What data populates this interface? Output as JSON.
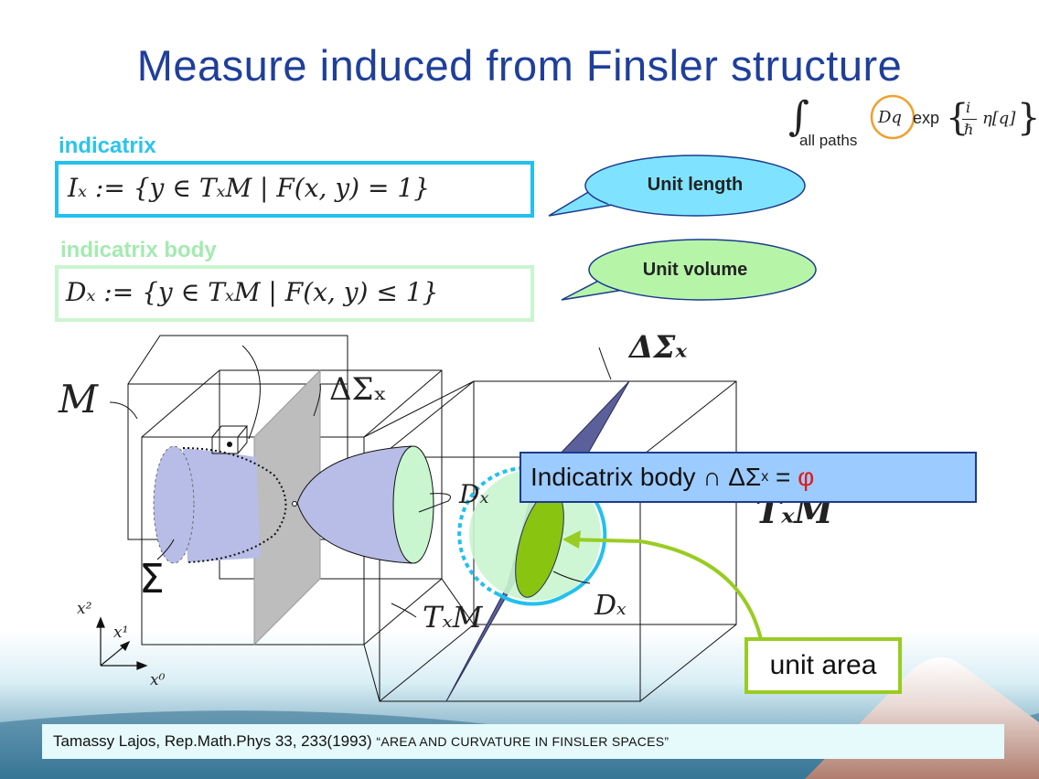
{
  "slide": {
    "title": "Measure induced from Finsler structure"
  },
  "path_integral": {
    "integral": "∫",
    "subscript": "all paths",
    "measure": "Dq",
    "exp": "exp",
    "i": "i",
    "hbar": "ℏ",
    "eta": "η[q]"
  },
  "indicatrix": {
    "label": "indicatrix",
    "formula": "Iₓ := {y ∈ TₓM | F(x, y) = 1}"
  },
  "indicatrix_body": {
    "label": "indicatrix body",
    "formula": "Dₓ := {y ∈ TₓM | F(x, y) ≤ 1}"
  },
  "callouts": {
    "unit_length": "Unit length",
    "unit_volume": "Unit volume"
  },
  "diagram": {
    "label_M": "M",
    "label_sigma": "Σ",
    "label_delta_sigma_left": "ΔΣₓ",
    "label_delta_sigma_right": "ΔΣₓ",
    "label_Dx_left": "Dₓ",
    "label_Dx_right": "Dₓ",
    "label_TxM_bottom": "TₓM",
    "label_TxM_right": "TₓM",
    "axis_x2": "x²",
    "axis_x1": "x¹",
    "axis_x0": "x⁰"
  },
  "intersection": {
    "text_main": "Indicatrix body ∩ ΔΣ",
    "text_sub": "x",
    "text_eq": " = ",
    "text_phi": "φ"
  },
  "unit_area": "unit area",
  "citation": {
    "text": "Tamassy Lajos, Rep.Math.Phys 33, 233(1993) ",
    "quote": "“AREA AND CURVATURE IN FINSLER SPACES”"
  },
  "colors": {
    "title": "#1f3f9a",
    "cyan": "#22c0ee",
    "mint": "#c9f5cf",
    "lavender": "#b7bde6",
    "plane": "#5b5f9a",
    "lime": "#99cc22"
  }
}
